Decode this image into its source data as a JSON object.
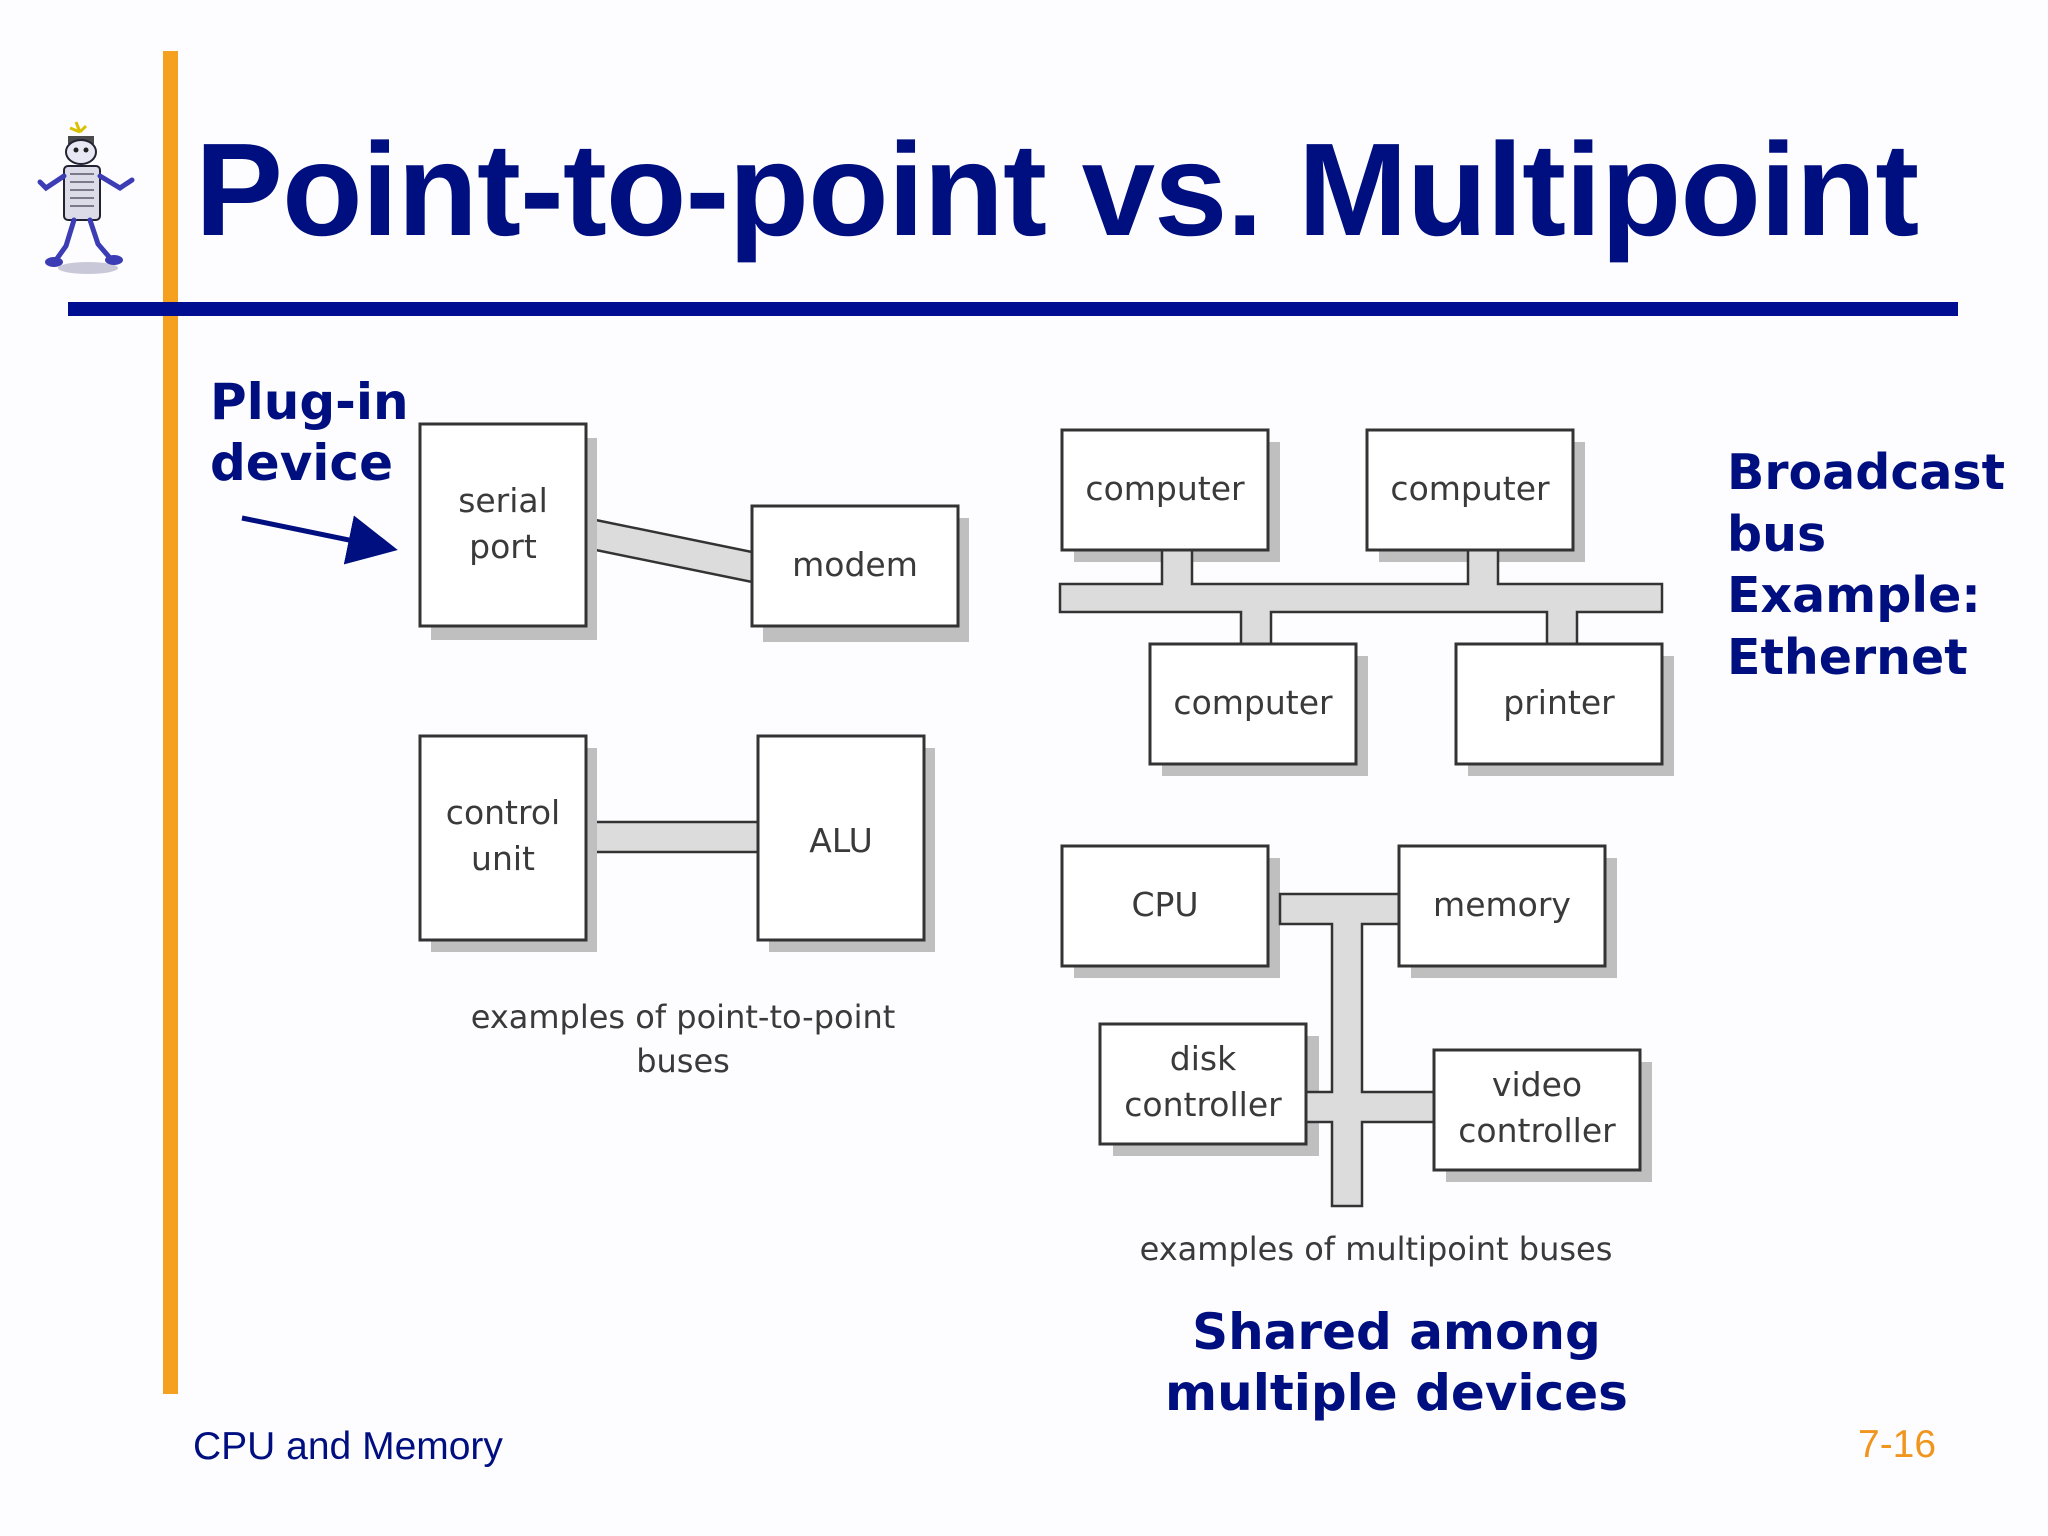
{
  "slide": {
    "title": "Point-to-point vs. Multipoint",
    "footer_left": "CPU and Memory",
    "page_number": "7-16"
  },
  "callouts": {
    "plug_in": [
      "Plug-in",
      "device"
    ],
    "broadcast": [
      "Broadcast",
      "bus",
      "Example:",
      "Ethernet"
    ],
    "shared": [
      "Shared among",
      "multiple devices"
    ]
  },
  "point_to_point": {
    "example1": {
      "left_box": [
        "serial",
        "port"
      ],
      "right_box": [
        "modem"
      ]
    },
    "example2": {
      "left_box": [
        "control",
        "unit"
      ],
      "right_box": [
        "ALU"
      ]
    },
    "caption": [
      "examples of point-to-point",
      "buses"
    ]
  },
  "multipoint": {
    "broadcast_bus": {
      "top_left": "computer",
      "top_right": "computer",
      "bottom_left": "computer",
      "bottom_right": "printer"
    },
    "system_bus": {
      "cpu": "CPU",
      "memory": "memory",
      "disk": [
        "disk",
        "controller"
      ],
      "video": [
        "video",
        "controller"
      ]
    },
    "caption": "examples of multipoint buses"
  },
  "colors": {
    "title": "#000f80",
    "rule": "#000f91",
    "accent_bar": "#f5a01e",
    "page_number": "#f0961e"
  },
  "icons": {
    "mascot": "cartoon-robot-mascot-icon",
    "arrow": "arrow-right-icon"
  }
}
